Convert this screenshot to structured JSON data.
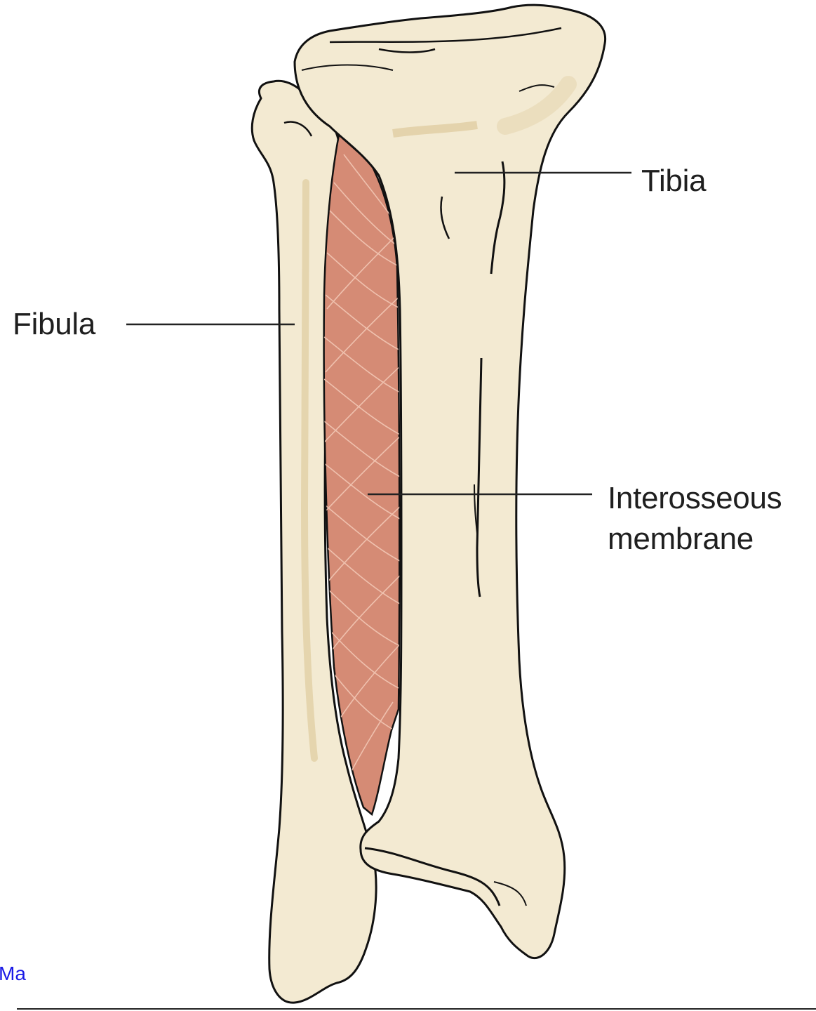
{
  "labels": {
    "tibia": "Tibia",
    "fibula": "Fibula",
    "membrane_line1": "Interosseous",
    "membrane_line2": "membrane"
  },
  "partial_link": "Ma",
  "colors": {
    "bone_fill": "#f3ead2",
    "bone_shade": "#e7d9b6",
    "membrane_fill": "#d58b75",
    "membrane_fiber": "#f2c7b5",
    "outline": "#111111",
    "leader_line": "#222222",
    "link": "#1a1ae6"
  }
}
